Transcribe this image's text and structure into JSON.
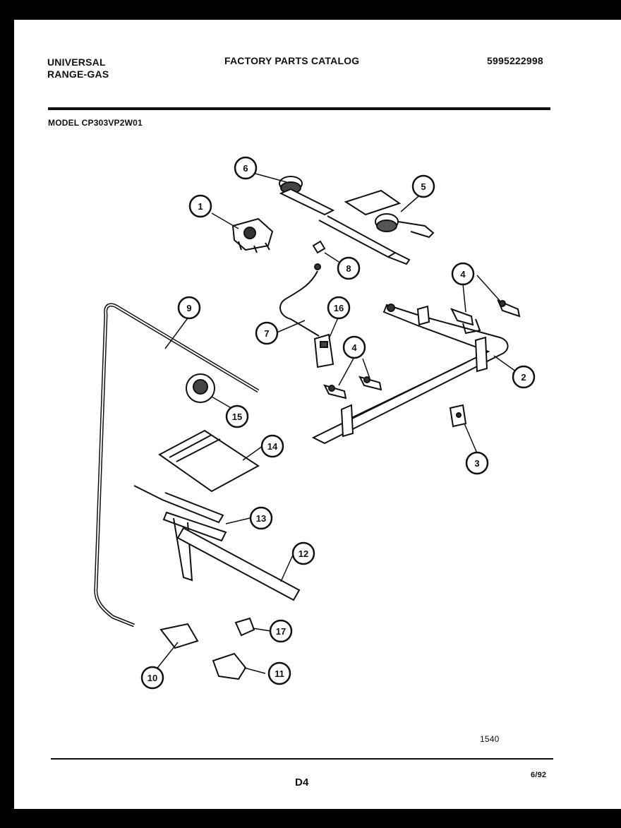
{
  "header": {
    "brand_line1": "UNIVERSAL",
    "brand_line2": "RANGE-GAS",
    "catalog_title": "FACTORY PARTS CATALOG",
    "part_number": "5995222998"
  },
  "model_label": "MODEL CP303VP2W01",
  "footer": {
    "figure_number": "1540",
    "page_code": "D4",
    "date": "6/92"
  },
  "callouts": [
    "1",
    "2",
    "3",
    "4",
    "4",
    "5",
    "6",
    "7",
    "8",
    "9",
    "10",
    "11",
    "12",
    "13",
    "14",
    "15",
    "16",
    "17"
  ]
}
